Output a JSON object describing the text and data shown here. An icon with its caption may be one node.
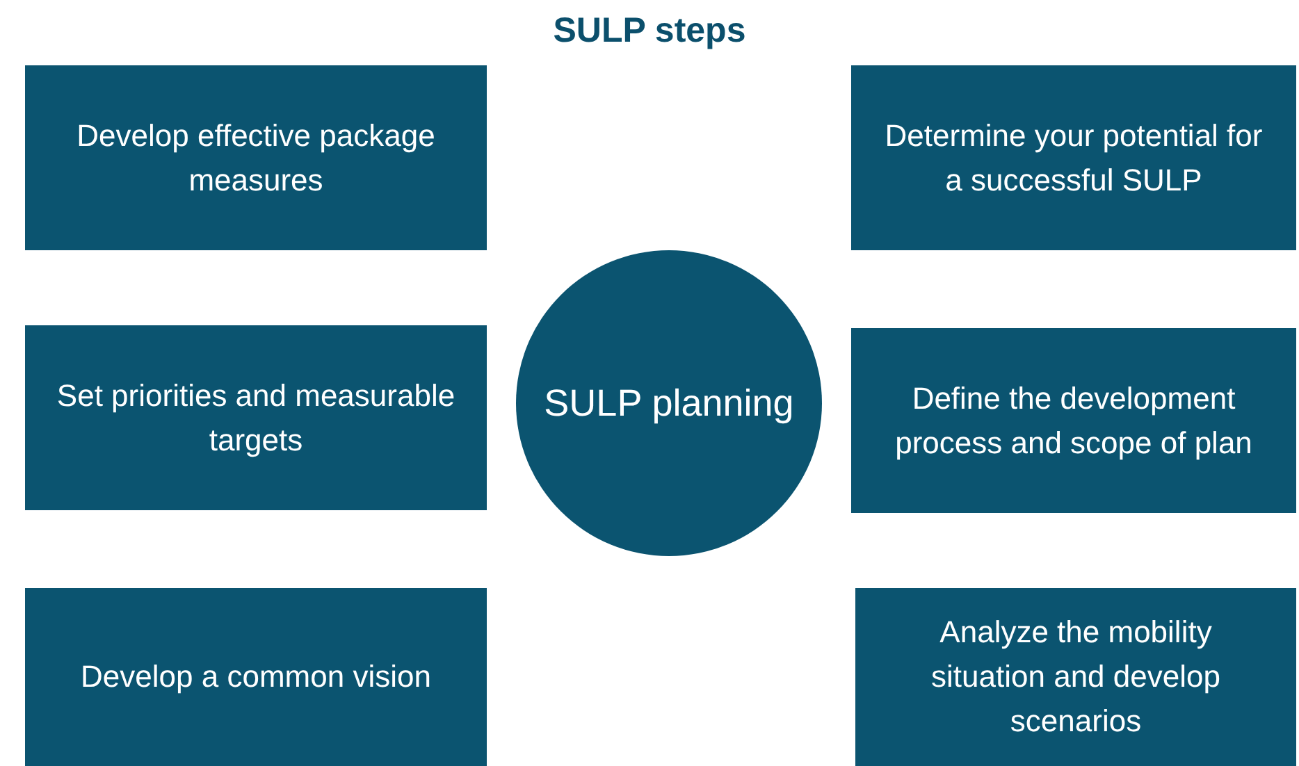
{
  "diagram": {
    "title": "SULP steps",
    "nodes": [
      {
        "text": [
          "Develop effective package measures"
        ]
      },
      {
        "text": [
          "Determine your potential for a successful SULP"
        ]
      },
      {
        "text": [
          "Set priorities and measurable targets"
        ]
      },
      {
        "text": [
          "SULP planning"
        ]
      },
      {
        "text": [
          "Define the development process and scope of plan"
        ]
      },
      {
        "text": [
          "Develop a common vision"
        ]
      },
      {
        "text": [
          "Analyze the mobility situation and develop scenarios"
        ]
      }
    ],
    "edges": []
  }
}
